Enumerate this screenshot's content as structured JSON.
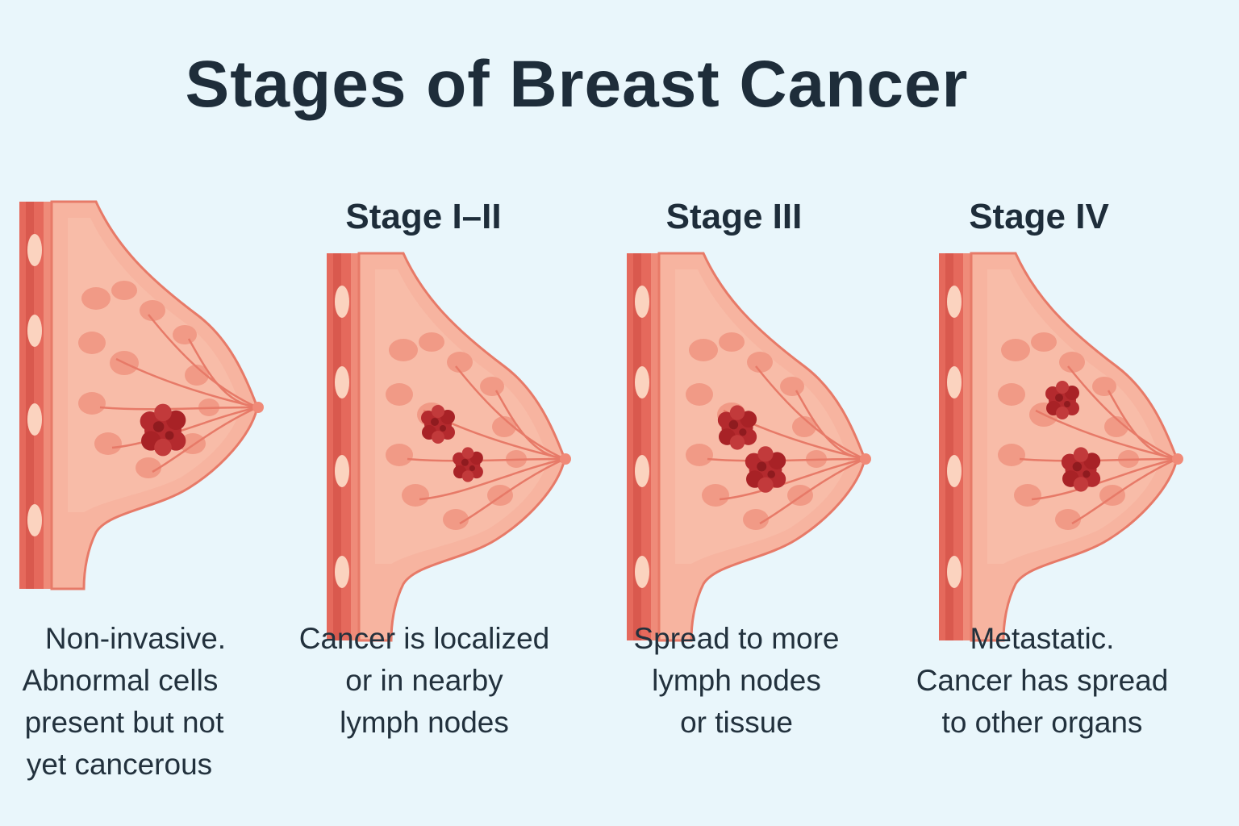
{
  "title": "Stages of Breast Cancer",
  "colors": {
    "background": "#e9f6fb",
    "tissue": "#f7b4a0",
    "lobule": "#f19a86",
    "outline": "#e77a68",
    "chest_wall": "#e5695c",
    "tumor": "#b42a2e"
  },
  "stages": [
    {
      "label": "",
      "caption": [
        "Non-invasive.",
        "Abnormal cells",
        "present but not",
        "yet cancerous"
      ],
      "tumors": 1
    },
    {
      "label": "Stage I–II",
      "caption": [
        "Cancer is localized",
        "or in nearby",
        "lymph nodes"
      ],
      "tumors": 2
    },
    {
      "label": "Stage III",
      "caption": [
        "Spread to more",
        "lymph nodes",
        "or tissue"
      ],
      "tumors": 2
    },
    {
      "label": "Stage IV",
      "caption": [
        "Metastatic.",
        "Cancer has spread",
        "to other organs"
      ],
      "tumors": 2
    }
  ]
}
